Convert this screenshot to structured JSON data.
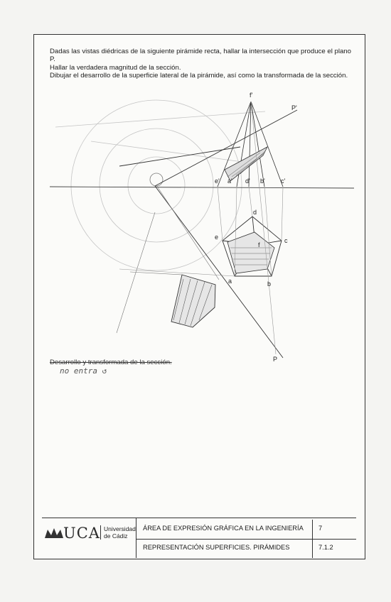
{
  "statement": {
    "line1": "Dadas las vistas diédricas de la siguiente pirámide recta, hallar la intersección que produce el plano P.",
    "line2": "Hallar la verdadera magnitud de la sección.",
    "line3": "Dibujar el desarrollo de la superficie lateral de la pirámide, así como la transformada de la sección."
  },
  "labels": {
    "f_prime": "f'",
    "p_prime": "P'",
    "e_prime": "e'",
    "a_prime": "a'",
    "d_prime": "d'",
    "b_prime": "b'",
    "c_prime": "c'",
    "d": "d",
    "e": "e",
    "c": "c",
    "f": "f",
    "a": "a",
    "b": "b",
    "p": "P"
  },
  "struck_heading": "Desarrollo y transformada de la sección.",
  "handwritten_note": "no entra ↺",
  "title_block": {
    "logo_text": "UCA",
    "university": "Universidad",
    "university_sub": "de Cádiz",
    "department": "ÁREA DE EXPRESIÓN GRÁFICA EN LA INGENIERÍA",
    "subject": "REPRESENTACIÓN SUPERFICIES. PIRÁMIDES",
    "number": "7",
    "code": "7.1.2"
  },
  "colors": {
    "ink": "#1e1e1e",
    "pencil": "#8a8a8a",
    "paper": "#fbfbf9"
  }
}
